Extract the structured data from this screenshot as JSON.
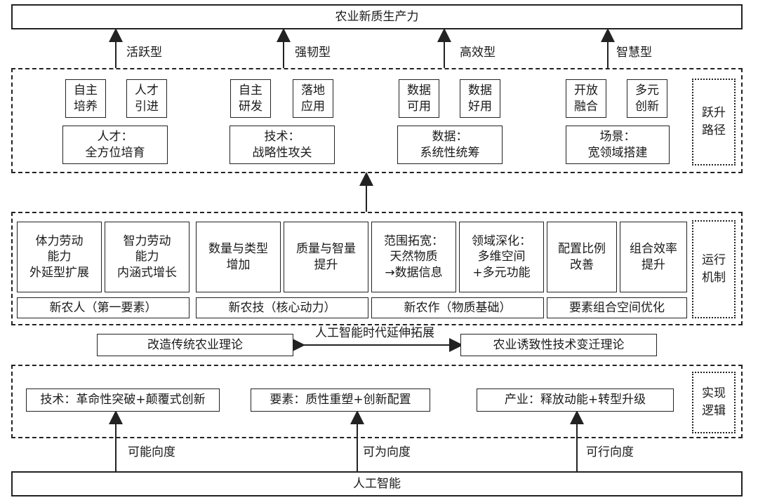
{
  "top_goal": "农业新质生产力",
  "bottom_base": "人工智能",
  "top_arrows": [
    "活跃型",
    "强韧型",
    "高效型",
    "智慧型"
  ],
  "leap": {
    "side_label": "跃升\n路径",
    "groups": [
      {
        "subs": [
          "自主\n培养",
          "人才\n引进"
        ],
        "main": "人才：\n全方位培育"
      },
      {
        "subs": [
          "自主\n研发",
          "落地\n应用"
        ],
        "main": "技术：\n战略性攻关"
      },
      {
        "subs": [
          "数据\n可用",
          "数据\n好用"
        ],
        "main": "数据：\n系统性统筹"
      },
      {
        "subs": [
          "开放\n融合",
          "多元\n创新"
        ],
        "main": "场景：\n宽领域搭建"
      }
    ]
  },
  "mechanism": {
    "side_label": "运行\n机制",
    "items": [
      "体力劳动\n能力\n外延型扩展",
      "智力劳动\n能力\n内涵式增长",
      "数量与类型\n增加",
      "质量与智量\n提升",
      "范围拓宽：\n天然物质\n→数据信息",
      "领域深化：\n多维空间\n+多元功能",
      "配置比例\n改善",
      "组合效率\n提升"
    ],
    "categories": [
      "新农人（第一要素）",
      "新农技（核心动力）",
      "新农作（物质基础）",
      "要素组合空间优化"
    ]
  },
  "theory": {
    "left": "改造传统农业理论",
    "center": "人工智能时代延伸拓展",
    "right": "农业诱致性技术变迁理论"
  },
  "logic": {
    "side_label": "实现\n逻辑",
    "items": [
      "技术：革命性突破+颠覆式创新",
      "要素：质性重塑+创新配置",
      "产业：释放动能+转型升级"
    ]
  },
  "bottom_arrows": [
    "可能向度",
    "可为向度",
    "可行向度"
  ]
}
